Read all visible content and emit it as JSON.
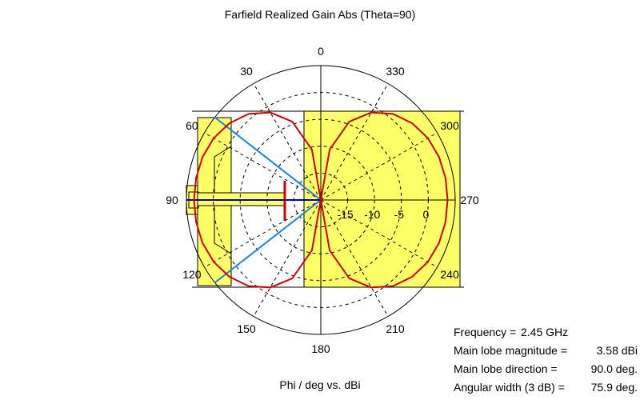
{
  "chart_data": {
    "type": "polar-line",
    "title": "Farfield Realized Gain Abs (Theta=90)",
    "xlabel": "Phi / deg vs. dBi",
    "angle_ticks": [
      "0",
      "30",
      "60",
      "90",
      "120",
      "150",
      "180",
      "210",
      "240",
      "270",
      "300",
      "330"
    ],
    "angle_tick_values": [
      0,
      30,
      60,
      90,
      120,
      150,
      180,
      210,
      240,
      270,
      300,
      330
    ],
    "radial_ticks": [
      "-15",
      "-10",
      "-5",
      "0"
    ],
    "radial_tick_values": [
      -15,
      -10,
      -5,
      0
    ],
    "r_range": [
      -20,
      5
    ],
    "angle_direction": "counter-clockwise",
    "zero_location": "top",
    "series": [
      {
        "color": "#d40000",
        "phi_deg": [
          0,
          10,
          20,
          30,
          40,
          50,
          60,
          70,
          80,
          90,
          100,
          110,
          120,
          130,
          140,
          150,
          160,
          170,
          180,
          190,
          200,
          210,
          220,
          230,
          240,
          250,
          260,
          270,
          280,
          290,
          300,
          310,
          320,
          330,
          340,
          350,
          360
        ],
        "gain_dbi": [
          -20,
          -10.5,
          -4.5,
          -1.2,
          0.9,
          2.2,
          3.0,
          3.4,
          3.55,
          3.58,
          3.55,
          3.4,
          3.0,
          2.2,
          0.9,
          -1.2,
          -4.5,
          -10.5,
          -20,
          -10.5,
          -4.5,
          -1.2,
          0.9,
          2.2,
          3.0,
          3.4,
          3.55,
          3.58,
          3.55,
          3.4,
          3.0,
          2.2,
          0.9,
          -1.2,
          -4.5,
          -10.5,
          -20
        ]
      }
    ],
    "main_lobe_direction_deg": 90.0,
    "angular_width_3db_deg": 75.9
  },
  "info": {
    "frequency_label": "Frequency =",
    "frequency_value": "2.45 GHz",
    "magnitude_label": "Main lobe magnitude =",
    "magnitude_value": "3.58 dBi",
    "direction_label": "Main lobe direction =",
    "direction_value": "90.0 deg.",
    "angular_width_label": "Angular width (3 dB) =",
    "angular_width_value": "75.9 deg."
  },
  "colors": {
    "trace": "#d40000",
    "beam_lines": "#1a8ae0",
    "main_lobe_axis": "#0000c8",
    "overlay_fill": "#ffff66",
    "grid": "#000000"
  }
}
